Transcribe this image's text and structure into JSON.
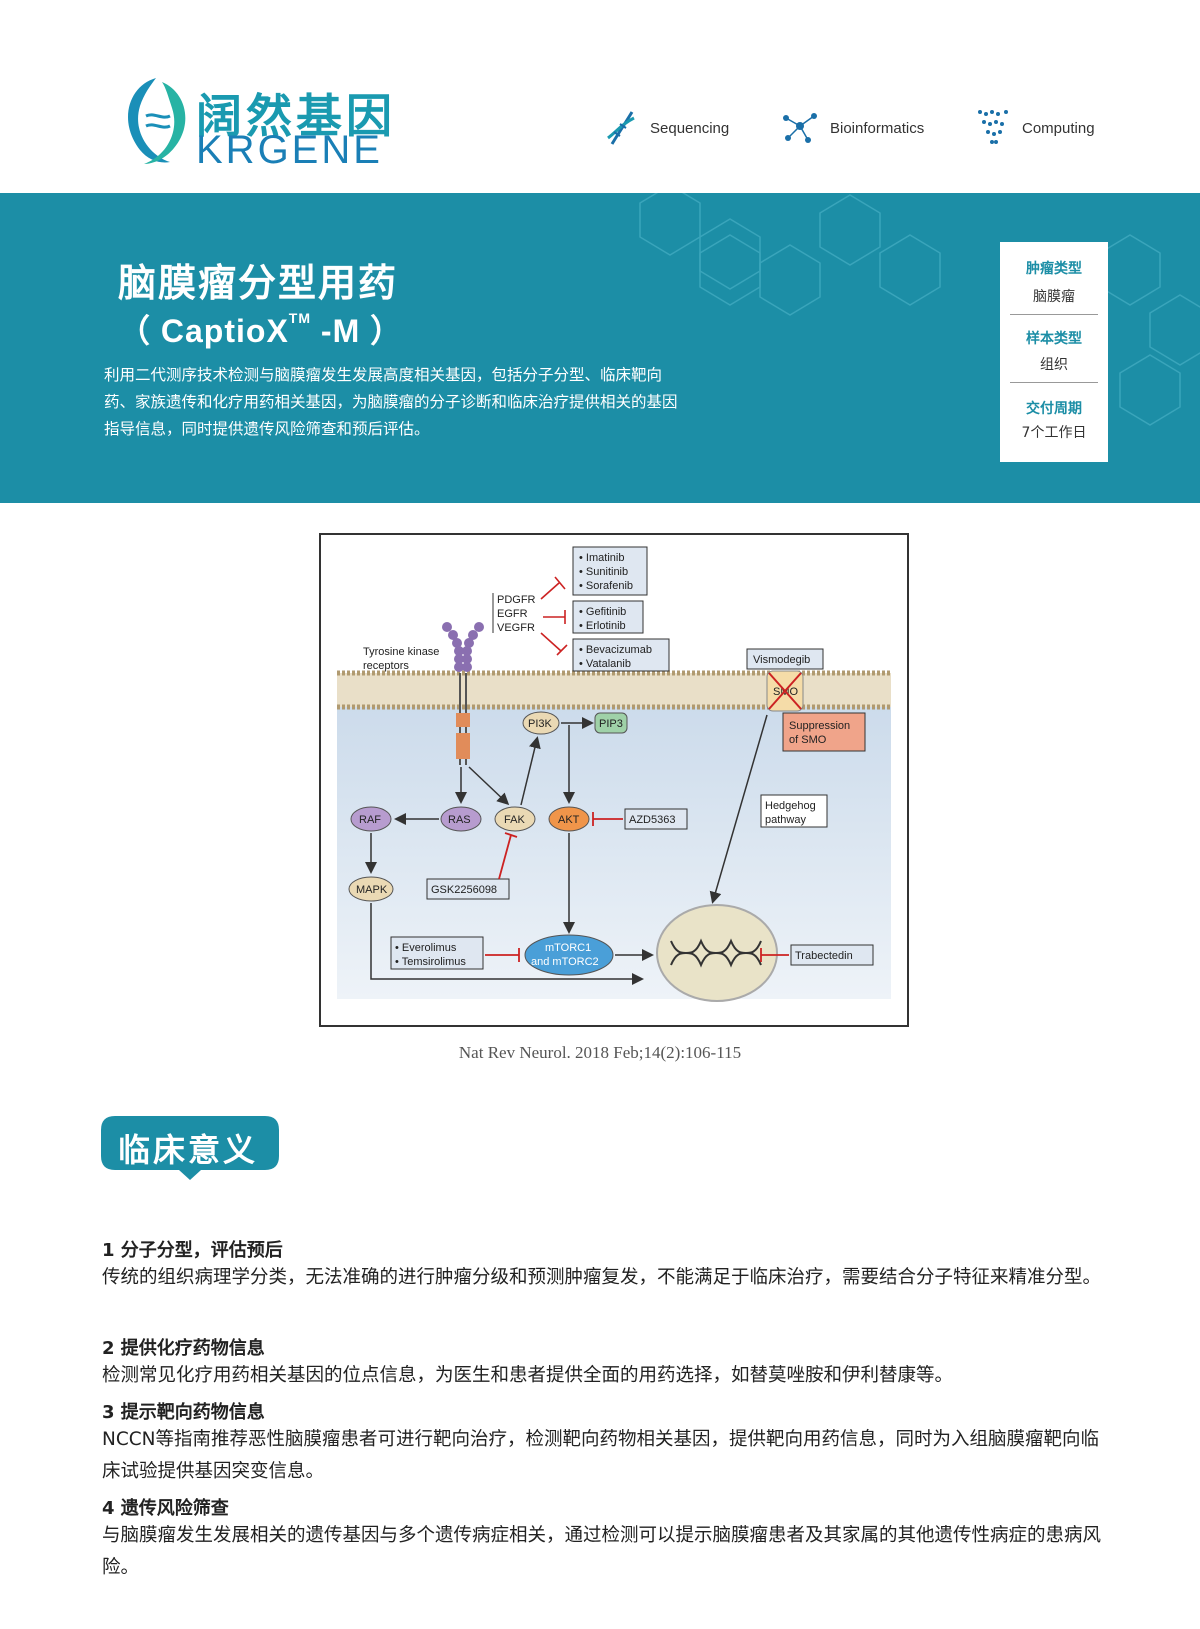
{
  "header": {
    "logo_cn": "阔然基因",
    "logo_en": "KRGENE",
    "features": [
      "Sequencing",
      "Bioinformatics",
      "Computing"
    ]
  },
  "banner": {
    "title": "脑膜瘤分型用药",
    "subtitle_open": "（ CaptioX",
    "subtitle_tm": "TM",
    "subtitle_close": " -M ）",
    "intro": "利用二代测序技术检测与脑膜瘤发生发展高度相关基因，包括分子分型、临床靶向药、家族遗传和化疗用药相关基因，为脑膜瘤的分子诊断和临床治疗提供相关的基因指导信息，同时提供遗传风险筛查和预后评估。",
    "info": [
      {
        "label": "肿瘤类型",
        "value": "脑膜瘤"
      },
      {
        "label": "样本类型",
        "value": "组织"
      },
      {
        "label": "交付周期",
        "value": "7个工作日"
      }
    ],
    "color": "#1c8ea6"
  },
  "figure": {
    "drugs_pdgfr": [
      "Imatinib",
      "Sunitinib",
      "Sorafenib"
    ],
    "drugs_egfr": [
      "Gefitinib",
      "Erlotinib"
    ],
    "drugs_vegfr": [
      "Bevacizumab",
      "Vatalanib"
    ],
    "receptors": [
      "PDGFR",
      "EGFR",
      "VEGFR"
    ],
    "receptor_label_1": "Tyrosine kinase",
    "receptor_label_2": "receptors",
    "vismodegib": "Vismodegib",
    "smo": "SMO",
    "suppression_1": "Suppression",
    "suppression_2": "of SMO",
    "pi3k": "PI3K",
    "pip3": "PIP3",
    "hedgehog_1": "Hedgehog",
    "hedgehog_2": "pathway",
    "raf": "RAF",
    "ras": "RAS",
    "fak": "FAK",
    "akt": "AKT",
    "azd": "AZD5363",
    "mapk": "MAPK",
    "gsk": "GSK2256098",
    "mtor_inhib": [
      "Everolimus",
      "Temsirolimus"
    ],
    "mtorc_1": "mTORC1",
    "mtorc_2": "and mTORC2",
    "trabectedin": "Trabectedin",
    "citation": "Nat Rev Neurol. 2018 Feb;14(2):106-115"
  },
  "section": {
    "title": "临床意义",
    "items": [
      {
        "title": "1 分子分型，评估预后",
        "body": "传统的组织病理学分类，无法准确的进行肿瘤分级和预测肿瘤复发，不能满足于临床治疗，需要结合分子特征来精准分型。"
      },
      {
        "title": "2 提供化疗药物信息",
        "body": "检测常见化疗用药相关基因的位点信息，为医生和患者提供全面的用药选择，如替莫唑胺和伊利替康等。"
      },
      {
        "title": "3 提示靶向药物信息",
        "body": "NCCN等指南推荐恶性脑膜瘤患者可进行靶向治疗，检测靶向药物相关基因，提供靶向用药信息，同时为入组脑膜瘤靶向临床试验提供基因突变信息。"
      },
      {
        "title": "4 遗传风险筛查",
        "body": "与脑膜瘤发生发展相关的遗传基因与多个遗传病症相关，通过检测可以提示脑膜瘤患者及其家属的其他遗传性病症的患病风险。"
      }
    ]
  }
}
